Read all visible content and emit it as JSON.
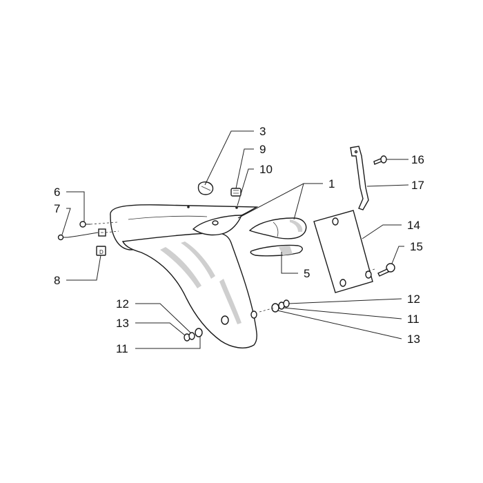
{
  "diagram": {
    "labels": [
      "1",
      "3",
      "5",
      "6",
      "7",
      "8",
      "9",
      "10",
      "11",
      "11",
      "12",
      "12",
      "13",
      "13",
      "14",
      "15",
      "16",
      "17"
    ]
  }
}
